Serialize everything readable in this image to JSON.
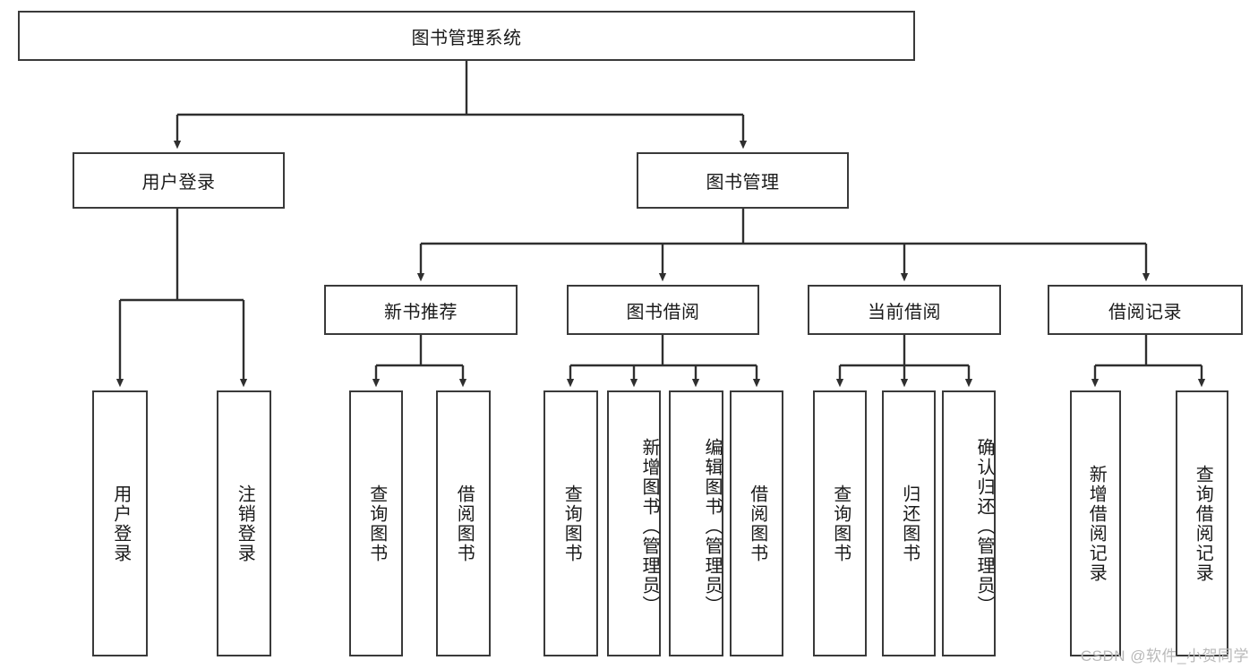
{
  "diagram": {
    "type": "tree-hierarchy-chart",
    "root": {
      "label": "图书管理系统"
    },
    "level1": [
      {
        "label": "用户登录"
      },
      {
        "label": "图书管理"
      }
    ],
    "level2": [
      {
        "label": "新书推荐"
      },
      {
        "label": "图书借阅"
      },
      {
        "label": "当前借阅"
      },
      {
        "label": "借阅记录"
      }
    ],
    "leaves": [
      {
        "label": "用户登录",
        "parent": "用户登录"
      },
      {
        "label": "注销登录",
        "parent": "用户登录"
      },
      {
        "label": "查询图书",
        "parent": "新书推荐"
      },
      {
        "label": "借阅图书",
        "parent": "新书推荐"
      },
      {
        "label": "查询图书",
        "parent": "图书借阅"
      },
      {
        "label": "新增图书（管理员）",
        "parent": "图书借阅"
      },
      {
        "label": "编辑图书（管理员）",
        "parent": "图书借阅"
      },
      {
        "label": "借阅图书",
        "parent": "图书借阅"
      },
      {
        "label": "查询图书",
        "parent": "当前借阅"
      },
      {
        "label": "归还图书",
        "parent": "当前借阅"
      },
      {
        "label": "确认归还（管理员）",
        "parent": "当前借阅"
      },
      {
        "label": "新增借阅记录",
        "parent": "借阅记录"
      },
      {
        "label": "查询借阅记录",
        "parent": "借阅记录"
      }
    ]
  },
  "watermark": {
    "text": "CSDN @软件_小贺同学"
  },
  "colors": {
    "stroke": "#3a3a3a",
    "background": "#ffffff",
    "text": "#1a1a1a",
    "watermark": "#b9b9b9"
  }
}
